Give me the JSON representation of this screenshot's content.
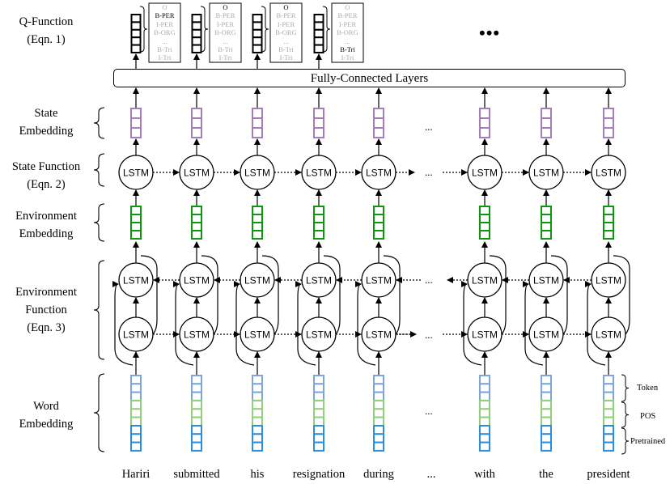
{
  "row_labels": {
    "q_function": [
      "Q-Function",
      "(Eqn. 1)"
    ],
    "state_embedding": [
      "State",
      "Embedding"
    ],
    "state_function": [
      "State Function",
      "(Eqn. 2)"
    ],
    "environment_embedding": [
      "Environment",
      "Embedding"
    ],
    "environment_function": [
      "Environment",
      "Function",
      "(Eqn. 3)"
    ],
    "word_embedding": [
      "Word",
      "Embedding"
    ]
  },
  "fc_layer_label": "Fully-Connected Layers",
  "lstm_label": "LSTM",
  "words": [
    "Hariri",
    "submitted",
    "his",
    "resignation",
    "during",
    "...",
    "with",
    "the",
    "president"
  ],
  "embedding_parts": [
    "Token",
    "POS",
    "Pretrained"
  ],
  "ellipsis": "...",
  "q_ellipsis": "•••",
  "q_tags": [
    "O",
    "B-PER",
    "I-PER",
    "B-ORG",
    "...",
    "B-Tri",
    "I-Tri"
  ],
  "q_selected": [
    "B-PER",
    "O",
    "O",
    "B-Tri"
  ],
  "colors": {
    "state_embedding": "#a57dbd",
    "environment_embedding": "#0e960e",
    "token": "#7ea4d8",
    "pos": "#92cf7d",
    "pretrained": "#2c8ee0",
    "line": "#000000"
  }
}
